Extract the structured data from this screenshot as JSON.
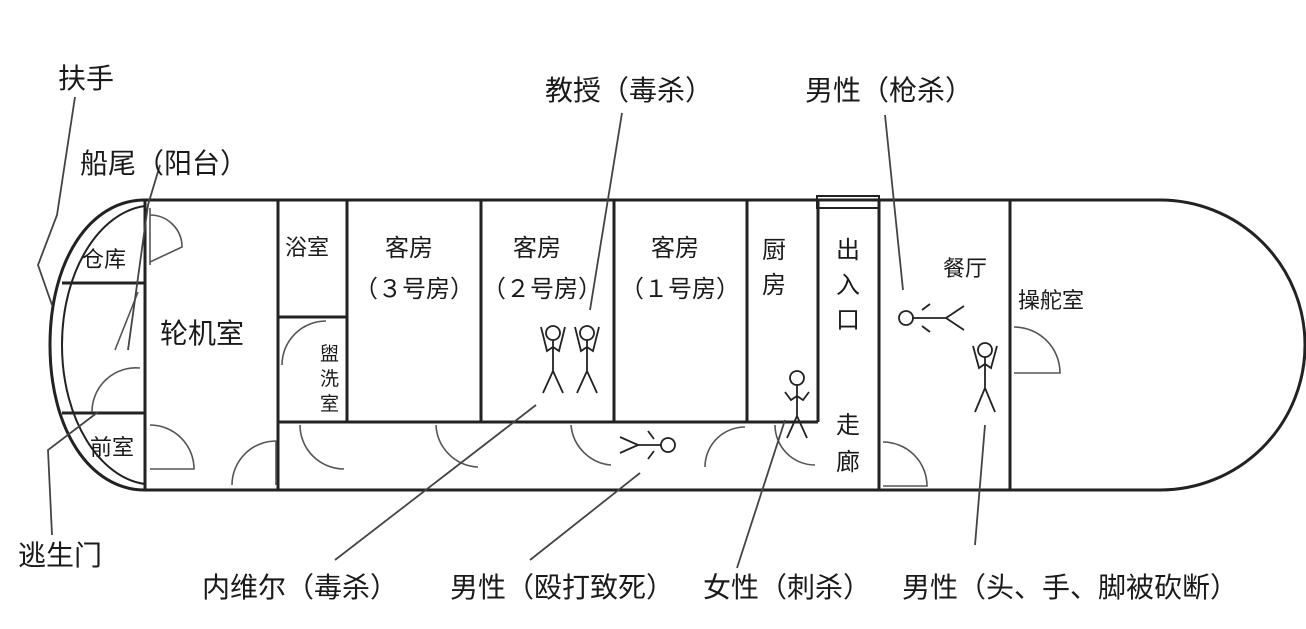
{
  "rooms": {
    "storage": "仓库",
    "engine_room": "轮机室",
    "vestibule": "前室",
    "bathroom": "浴室",
    "washroom": [
      "盥",
      "洗",
      "室"
    ],
    "guest_room_3": [
      "客房",
      "（３号房）"
    ],
    "guest_room_2": [
      "客房",
      "（２号房）"
    ],
    "guest_room_1": [
      "客房",
      "（１号房）"
    ],
    "kitchen": [
      "厨",
      "房"
    ],
    "entrance": [
      "出",
      "入",
      "口"
    ],
    "corridor": [
      "走",
      "廊"
    ],
    "dining_room": "餐厅",
    "wheelhouse": "操舵室"
  },
  "callouts": {
    "handrail": "扶手",
    "stern": "船尾（阳台）",
    "professor": "教授（毒杀）",
    "man_shot": "男性（枪杀）",
    "escape_door": "逃生门",
    "neville": "内维尔（毒杀）",
    "man_beaten": "男性（殴打致死）",
    "woman_stabbed": "女性（刺杀）",
    "man_dismembered": "男性（头、手、脚被砍断）"
  }
}
